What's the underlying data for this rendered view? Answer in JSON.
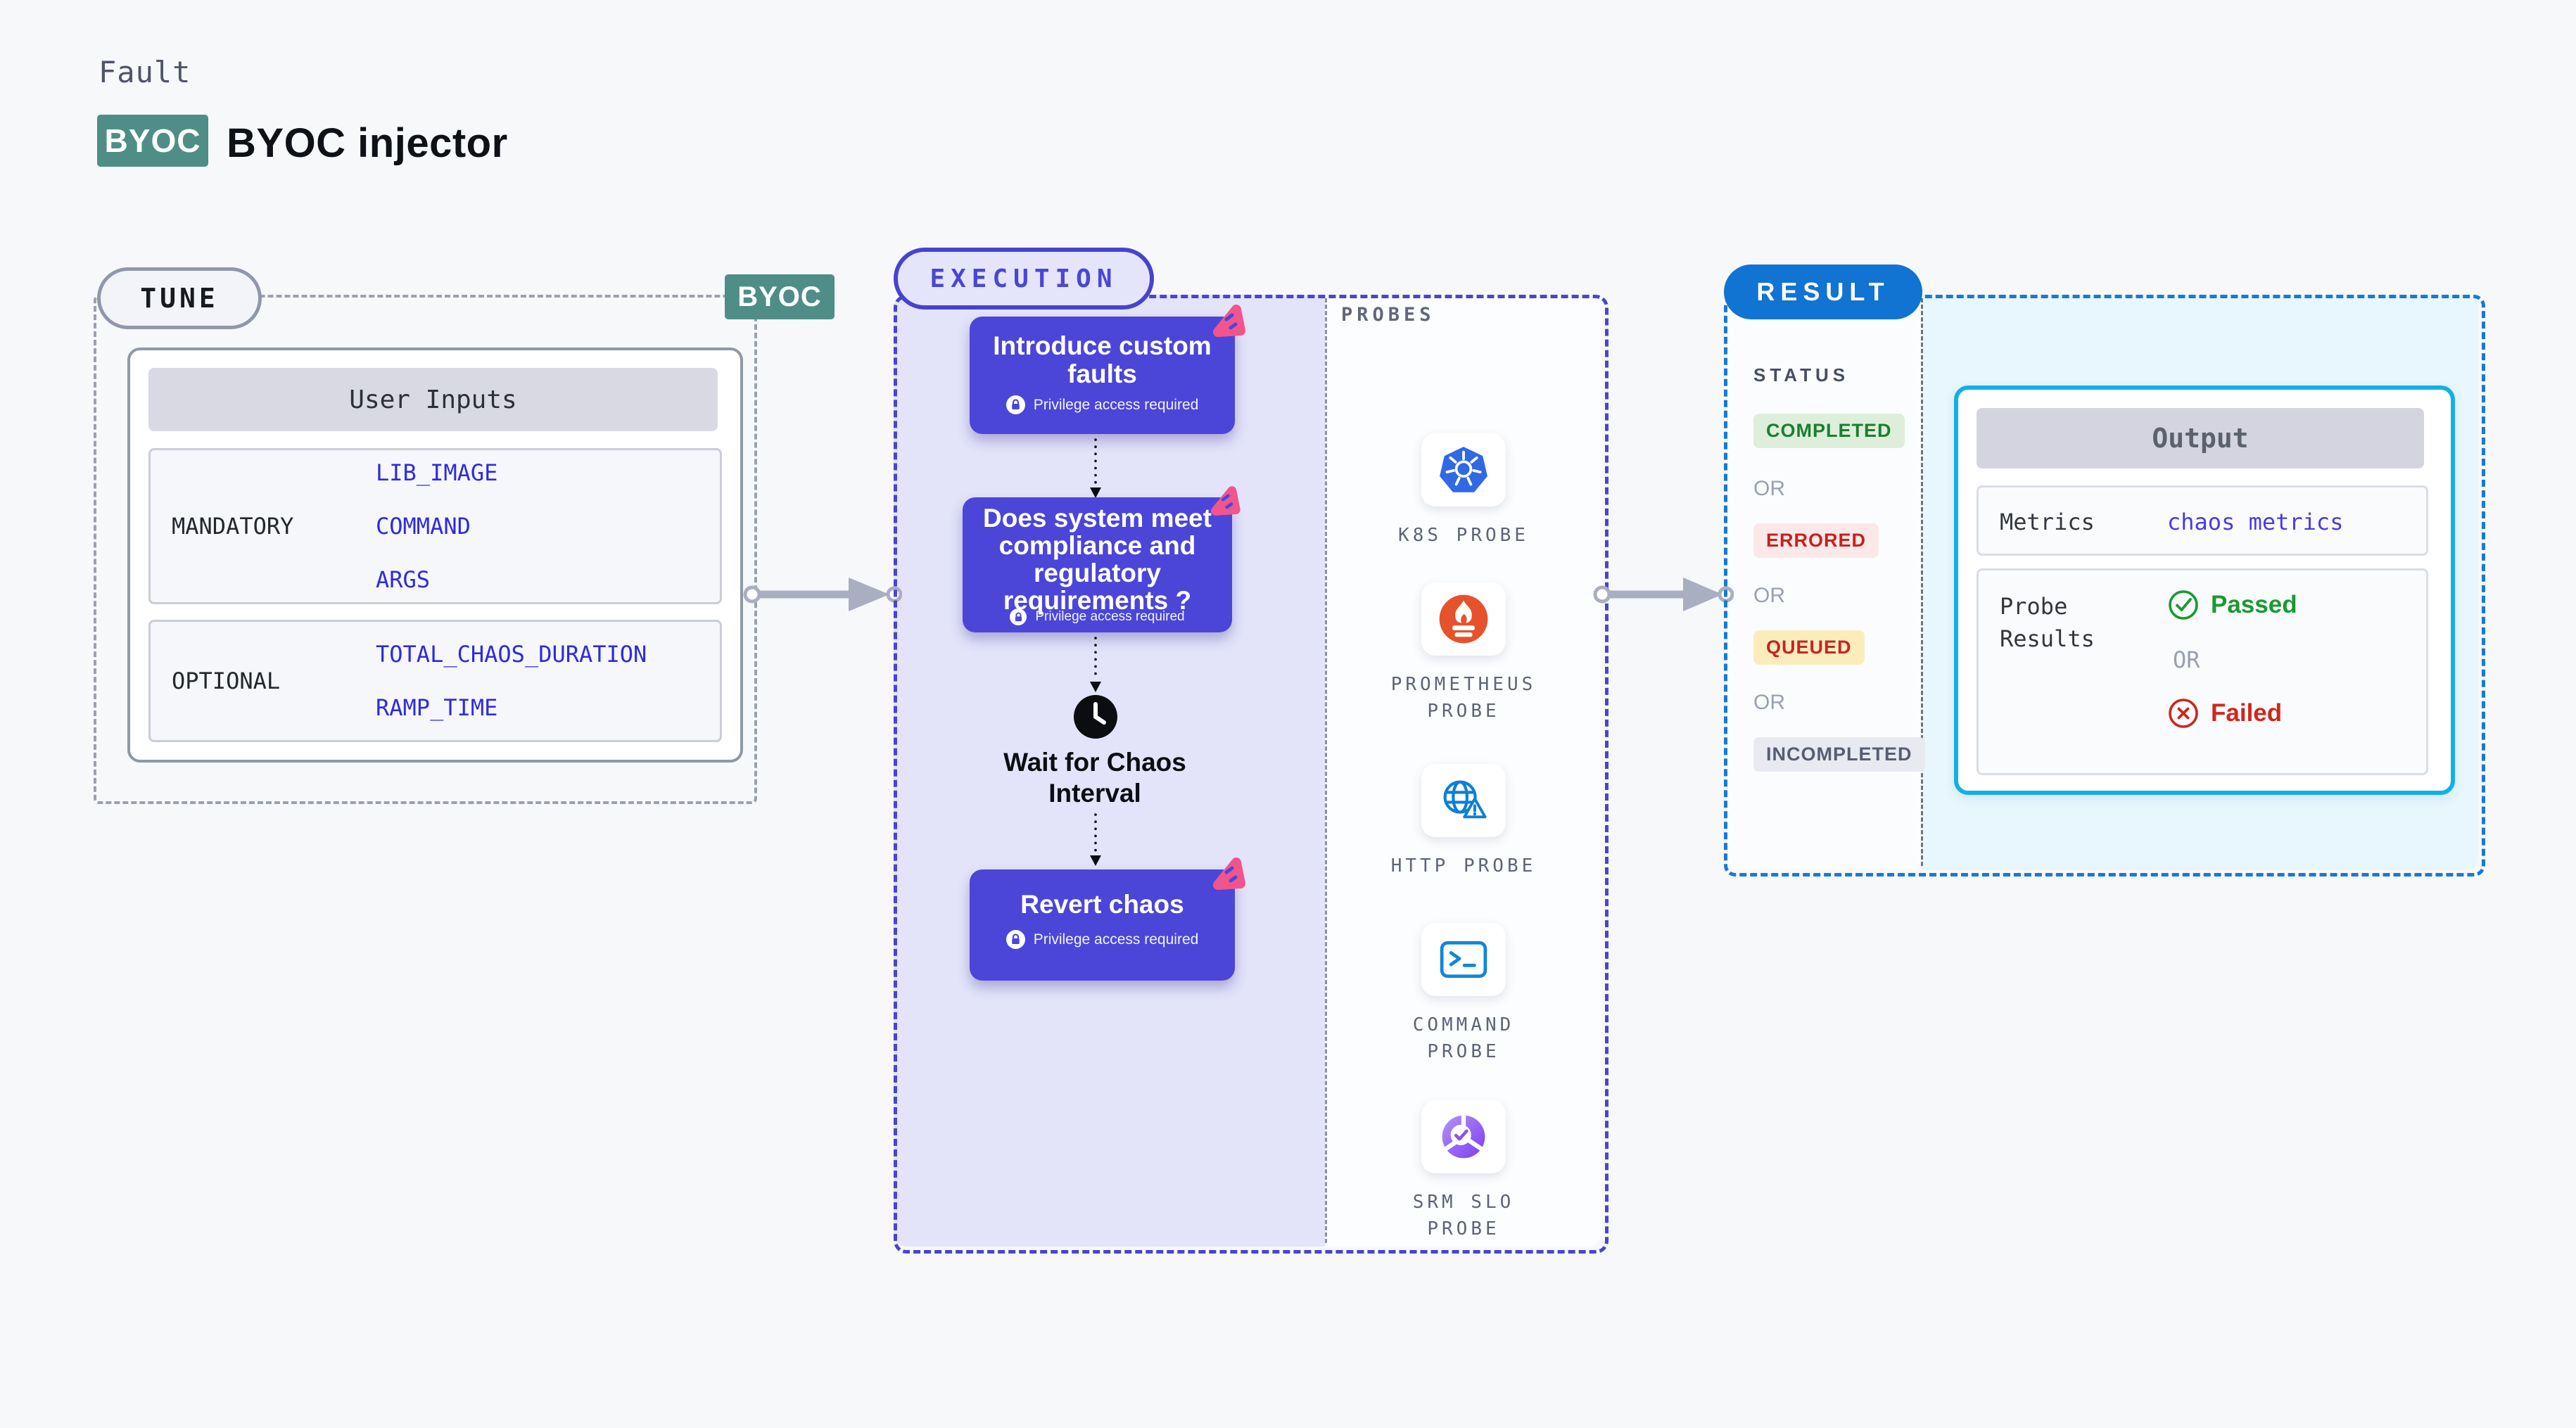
{
  "page": {
    "kicker": "Fault",
    "logo_badge": "BYOC",
    "title": "BYOC injector"
  },
  "tune": {
    "pill": "TUNE",
    "corner_badge": "BYOC",
    "user_inputs": {
      "header": "User Inputs",
      "rows": [
        {
          "label": "MANDATORY",
          "values": [
            "LIB_IMAGE",
            "COMMAND",
            "ARGS"
          ]
        },
        {
          "label": "OPTIONAL",
          "values": [
            "TOTAL_CHAOS_DURATION",
            "RAMP_TIME"
          ]
        }
      ]
    }
  },
  "execution": {
    "pill": "EXECUTION",
    "nodes": [
      {
        "title": "Introduce custom faults",
        "badge": "Privilege access required"
      },
      {
        "title": "Does system meet compliance and regulatory requirements ?",
        "badge": "Privilege access required"
      },
      {
        "title": "Wait for Chaos Interval"
      },
      {
        "title": "Revert chaos",
        "badge": "Privilege access required"
      }
    ]
  },
  "probes": {
    "heading": "PROBES",
    "items": [
      {
        "name": "K8S PROBE",
        "icon": "kubernetes-icon"
      },
      {
        "name": "PROMETHEUS PROBE",
        "icon": "prometheus-icon"
      },
      {
        "name": "HTTP PROBE",
        "icon": "globe-warning-icon"
      },
      {
        "name": "COMMAND PROBE",
        "icon": "terminal-icon"
      },
      {
        "name": "SRM SLO PROBE",
        "icon": "slo-donut-check-icon"
      }
    ]
  },
  "result": {
    "pill": "RESULT",
    "status_heading": "STATUS",
    "or": "OR",
    "statuses": [
      {
        "label": "COMPLETED",
        "bg": "#ddefdb",
        "color": "#1b7e2f"
      },
      {
        "label": "ERRORED",
        "bg": "#fbe9e9",
        "color": "#c5221f"
      },
      {
        "label": "QUEUED",
        "bg": "#fbedbb",
        "color": "#c6232b"
      },
      {
        "label": "INCOMPLETED",
        "bg": "#e9eaf1",
        "color": "#575d73"
      }
    ],
    "output": {
      "header": "Output",
      "metrics_label": "Metrics",
      "metrics_value": "chaos metrics",
      "probe_results_label": "Probe Results",
      "passed": "Passed",
      "or": "OR",
      "failed": "Failed"
    }
  },
  "colors": {
    "page_bg": "#f7f8fa",
    "teal_badge": "#4e8e87",
    "indigo_node": "#4b46d8",
    "indigo_border": "#4845d2",
    "lavender_fill": "#e3e4f9",
    "pink_accent": "#f0558e",
    "result_blue": "#1173d2",
    "result_border": "#177ad6",
    "cyan_border": "#13b0e6",
    "cyan_fill": "#e8f6fd",
    "value_blue": "#2e2bdf",
    "passed_green": "#189a31",
    "failed_red": "#d0261b"
  }
}
